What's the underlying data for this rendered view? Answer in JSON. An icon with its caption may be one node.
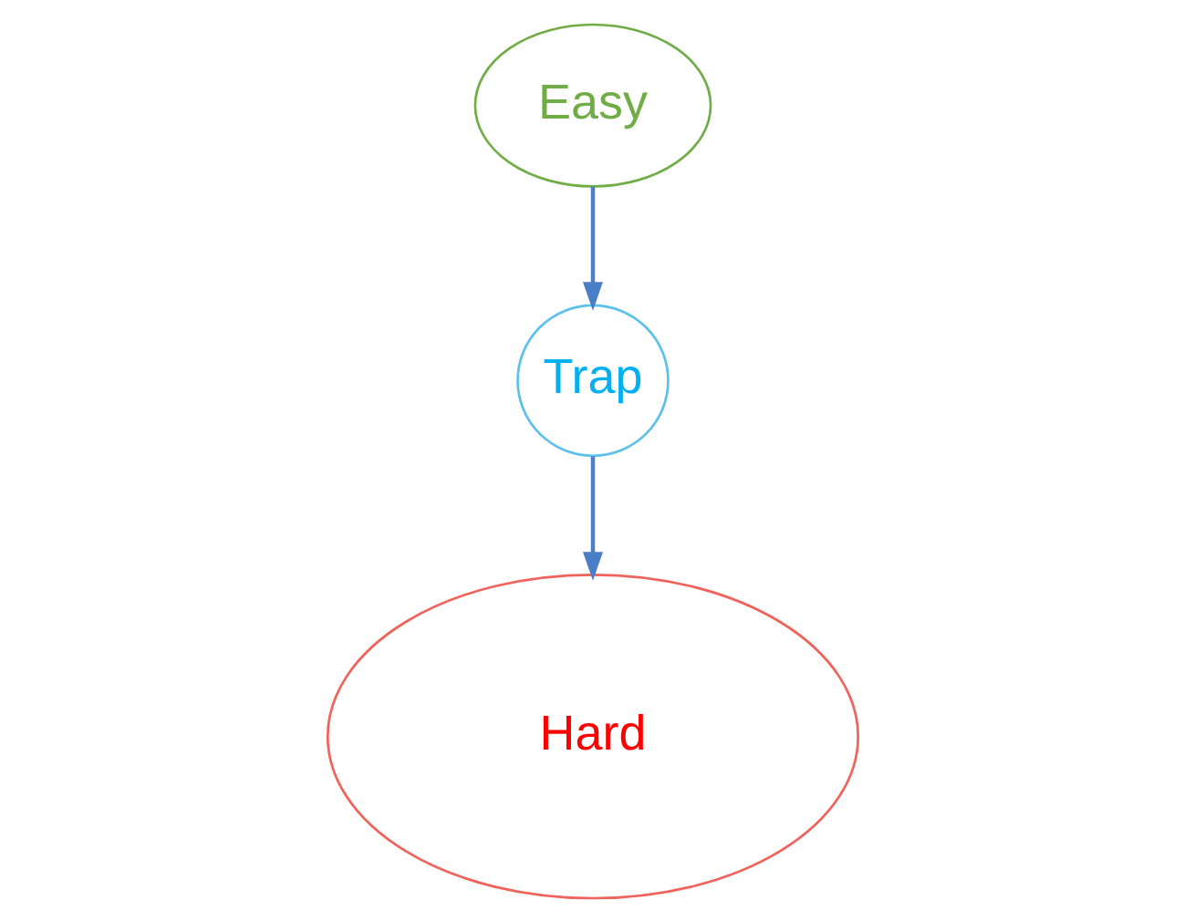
{
  "diagram": {
    "nodes": [
      {
        "text": [
          "Easy"
        ]
      },
      {
        "text": [
          "Trap"
        ]
      },
      {
        "text": [
          "Hard"
        ]
      }
    ],
    "edges": [
      {
        "from": 0,
        "to": 1,
        "arrow": "to"
      },
      {
        "from": 1,
        "to": 2,
        "arrow": "to"
      }
    ]
  }
}
